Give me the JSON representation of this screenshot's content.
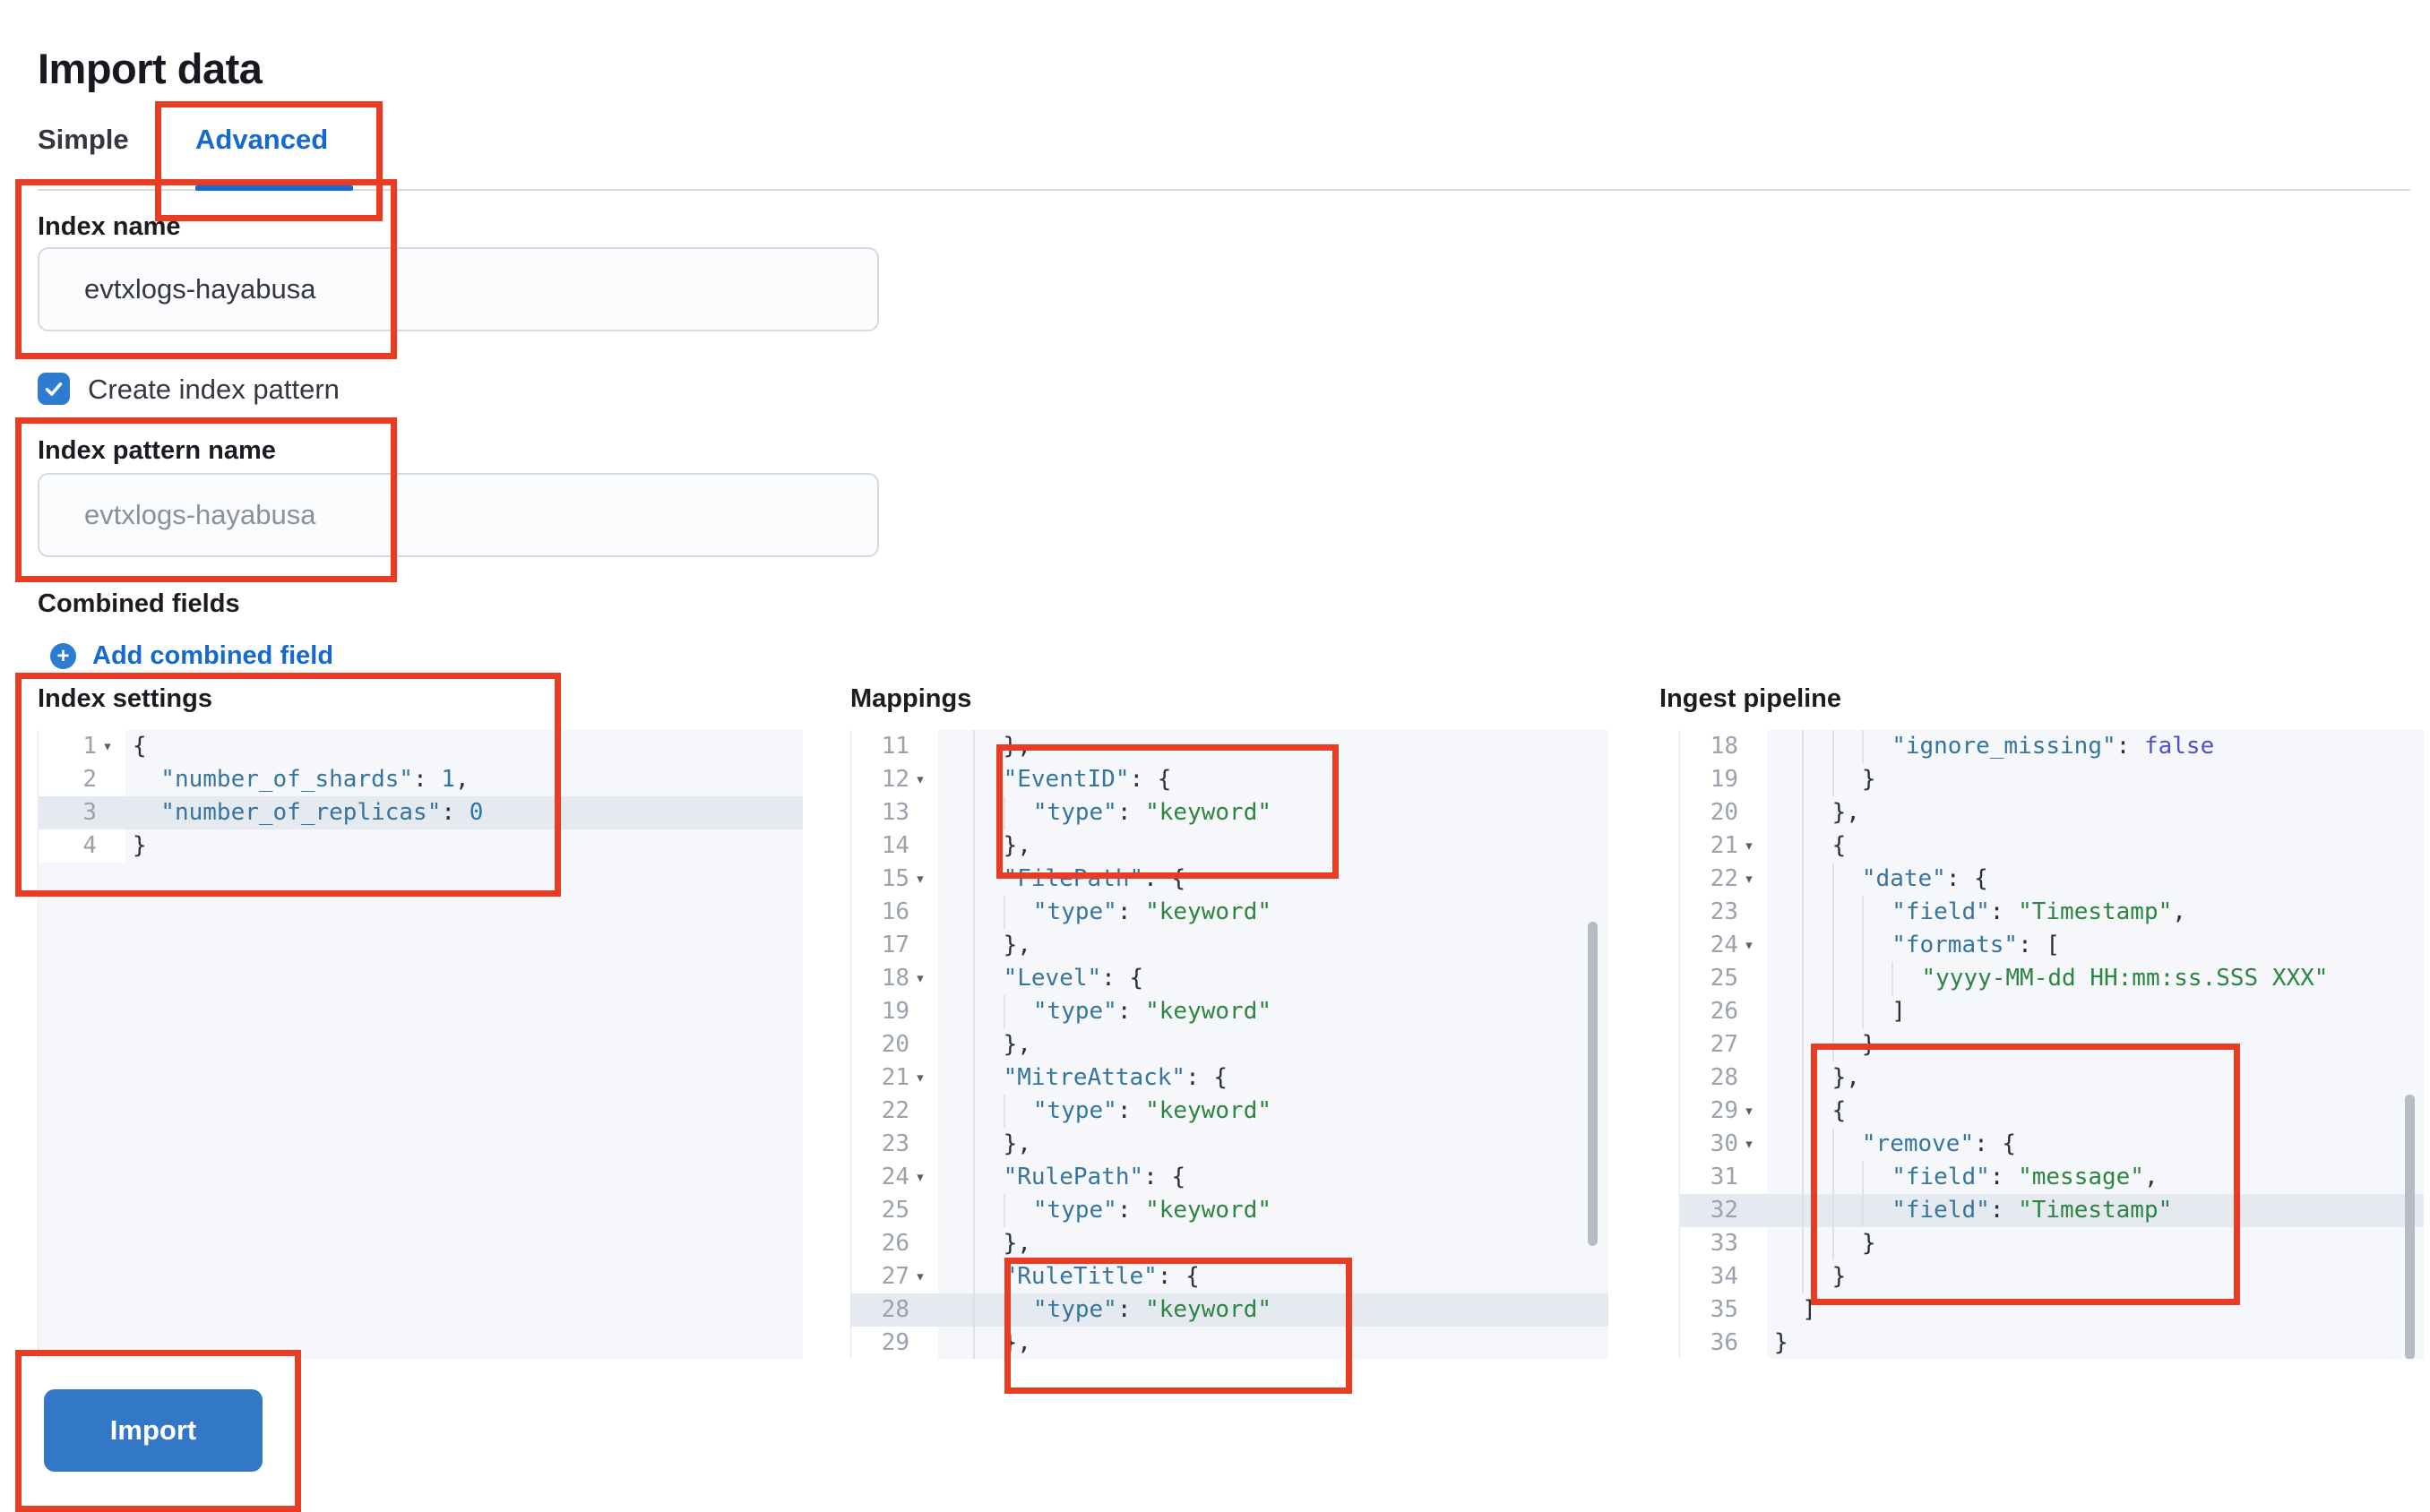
{
  "page": {
    "title": "Import data"
  },
  "tabs": [
    {
      "label": "Simple",
      "active": false
    },
    {
      "label": "Advanced",
      "active": true
    }
  ],
  "form": {
    "index_name": {
      "label": "Index name",
      "value": "evtxlogs-hayabusa"
    },
    "create_index_pattern": {
      "label": "Create index pattern",
      "checked": true
    },
    "index_pattern_name": {
      "label": "Index pattern name",
      "placeholder": "evtxlogs-hayabusa"
    },
    "combined_fields": {
      "label": "Combined fields",
      "add_link_label": "Add combined field"
    }
  },
  "import_button": {
    "label": "Import"
  },
  "colors": {
    "accent_blue": "#1569cf",
    "button_blue": "#3377c7",
    "checkbox_blue": "#2e7cd0",
    "annotation_red": "#ea3b23",
    "editor_bg": "#f5f7fa",
    "active_line_bg": "#e5e9f0",
    "code_key": "#35759e",
    "code_string": "#2d8540",
    "code_bool": "#4c51cf",
    "code_number": "#2a77ad"
  },
  "editors": [
    {
      "id": "settings",
      "label": "Index settings",
      "active_line": 3,
      "lines": [
        {
          "n": 1,
          "f": true,
          "i": 0,
          "t": [
            [
              "punc",
              "{"
            ]
          ]
        },
        {
          "n": 2,
          "f": false,
          "i": 1,
          "t": [
            [
              "key",
              "\"number_of_shards\""
            ],
            [
              "punc",
              ": "
            ],
            [
              "num",
              "1"
            ],
            [
              "punc",
              ","
            ]
          ]
        },
        {
          "n": 3,
          "f": false,
          "i": 1,
          "t": [
            [
              "key",
              "\"number_of_replicas\""
            ],
            [
              "punc",
              ": "
            ],
            [
              "num",
              "0"
            ]
          ]
        },
        {
          "n": 4,
          "f": false,
          "i": 0,
          "t": [
            [
              "punc",
              "}"
            ]
          ]
        }
      ]
    },
    {
      "id": "mappings",
      "label": "Mappings",
      "active_line": 28,
      "lines": [
        {
          "n": 11,
          "f": false,
          "i": 2,
          "t": [
            [
              "punc",
              "},"
            ]
          ]
        },
        {
          "n": 12,
          "f": true,
          "i": 2,
          "t": [
            [
              "key",
              "\"EventID\""
            ],
            [
              "punc",
              ": {"
            ]
          ]
        },
        {
          "n": 13,
          "f": false,
          "i": 3,
          "t": [
            [
              "key",
              "\"type\""
            ],
            [
              "punc",
              ": "
            ],
            [
              "str",
              "\"keyword\""
            ]
          ]
        },
        {
          "n": 14,
          "f": false,
          "i": 2,
          "t": [
            [
              "punc",
              "},"
            ]
          ]
        },
        {
          "n": 15,
          "f": true,
          "i": 2,
          "t": [
            [
              "key",
              "\"FilePath\""
            ],
            [
              "punc",
              ": {"
            ]
          ]
        },
        {
          "n": 16,
          "f": false,
          "i": 3,
          "t": [
            [
              "key",
              "\"type\""
            ],
            [
              "punc",
              ": "
            ],
            [
              "str",
              "\"keyword\""
            ]
          ]
        },
        {
          "n": 17,
          "f": false,
          "i": 2,
          "t": [
            [
              "punc",
              "},"
            ]
          ]
        },
        {
          "n": 18,
          "f": true,
          "i": 2,
          "t": [
            [
              "key",
              "\"Level\""
            ],
            [
              "punc",
              ": {"
            ]
          ]
        },
        {
          "n": 19,
          "f": false,
          "i": 3,
          "t": [
            [
              "key",
              "\"type\""
            ],
            [
              "punc",
              ": "
            ],
            [
              "str",
              "\"keyword\""
            ]
          ]
        },
        {
          "n": 20,
          "f": false,
          "i": 2,
          "t": [
            [
              "punc",
              "},"
            ]
          ]
        },
        {
          "n": 21,
          "f": true,
          "i": 2,
          "t": [
            [
              "key",
              "\"MitreAttack\""
            ],
            [
              "punc",
              ": {"
            ]
          ]
        },
        {
          "n": 22,
          "f": false,
          "i": 3,
          "t": [
            [
              "key",
              "\"type\""
            ],
            [
              "punc",
              ": "
            ],
            [
              "str",
              "\"keyword\""
            ]
          ]
        },
        {
          "n": 23,
          "f": false,
          "i": 2,
          "t": [
            [
              "punc",
              "},"
            ]
          ]
        },
        {
          "n": 24,
          "f": true,
          "i": 2,
          "t": [
            [
              "key",
              "\"RulePath\""
            ],
            [
              "punc",
              ": {"
            ]
          ]
        },
        {
          "n": 25,
          "f": false,
          "i": 3,
          "t": [
            [
              "key",
              "\"type\""
            ],
            [
              "punc",
              ": "
            ],
            [
              "str",
              "\"keyword\""
            ]
          ]
        },
        {
          "n": 26,
          "f": false,
          "i": 2,
          "t": [
            [
              "punc",
              "},"
            ]
          ]
        },
        {
          "n": 27,
          "f": true,
          "i": 2,
          "t": [
            [
              "key",
              "\"RuleTitle\""
            ],
            [
              "punc",
              ": {"
            ]
          ]
        },
        {
          "n": 28,
          "f": false,
          "i": 3,
          "t": [
            [
              "key",
              "\"type\""
            ],
            [
              "punc",
              ": "
            ],
            [
              "str",
              "\"keyword\""
            ]
          ]
        },
        {
          "n": 29,
          "f": false,
          "i": 2,
          "t": [
            [
              "punc",
              "},"
            ]
          ]
        }
      ]
    },
    {
      "id": "ingest",
      "label": "Ingest pipeline",
      "active_line": 32,
      "lines": [
        {
          "n": 18,
          "f": false,
          "i": 4,
          "t": [
            [
              "key",
              "\"ignore_missing\""
            ],
            [
              "punc",
              ": "
            ],
            [
              "bool",
              "false"
            ]
          ]
        },
        {
          "n": 19,
          "f": false,
          "i": 3,
          "t": [
            [
              "punc",
              "}"
            ]
          ]
        },
        {
          "n": 20,
          "f": false,
          "i": 2,
          "t": [
            [
              "punc",
              "},"
            ]
          ]
        },
        {
          "n": 21,
          "f": true,
          "i": 2,
          "t": [
            [
              "punc",
              "{"
            ]
          ]
        },
        {
          "n": 22,
          "f": true,
          "i": 3,
          "t": [
            [
              "key",
              "\"date\""
            ],
            [
              "punc",
              ": {"
            ]
          ]
        },
        {
          "n": 23,
          "f": false,
          "i": 4,
          "t": [
            [
              "key",
              "\"field\""
            ],
            [
              "punc",
              ": "
            ],
            [
              "str",
              "\"Timestamp\""
            ],
            [
              "punc",
              ","
            ]
          ]
        },
        {
          "n": 24,
          "f": true,
          "i": 4,
          "t": [
            [
              "key",
              "\"formats\""
            ],
            [
              "punc",
              ": ["
            ]
          ]
        },
        {
          "n": 25,
          "f": false,
          "i": 5,
          "t": [
            [
              "str",
              "\"yyyy-MM-dd HH:mm:ss.SSS XXX\""
            ]
          ]
        },
        {
          "n": 26,
          "f": false,
          "i": 4,
          "t": [
            [
              "punc",
              "]"
            ]
          ]
        },
        {
          "n": 27,
          "f": false,
          "i": 3,
          "t": [
            [
              "punc",
              "}"
            ]
          ]
        },
        {
          "n": 28,
          "f": false,
          "i": 2,
          "t": [
            [
              "punc",
              "},"
            ]
          ]
        },
        {
          "n": 29,
          "f": true,
          "i": 2,
          "t": [
            [
              "punc",
              "{"
            ]
          ]
        },
        {
          "n": 30,
          "f": true,
          "i": 3,
          "t": [
            [
              "key",
              "\"remove\""
            ],
            [
              "punc",
              ": {"
            ]
          ]
        },
        {
          "n": 31,
          "f": false,
          "i": 4,
          "t": [
            [
              "key",
              "\"field\""
            ],
            [
              "punc",
              ": "
            ],
            [
              "str",
              "\"message\""
            ],
            [
              "punc",
              ","
            ]
          ]
        },
        {
          "n": 32,
          "f": false,
          "i": 4,
          "t": [
            [
              "key",
              "\"field\""
            ],
            [
              "punc",
              ": "
            ],
            [
              "str",
              "\"Timestamp\""
            ]
          ]
        },
        {
          "n": 33,
          "f": false,
          "i": 3,
          "t": [
            [
              "punc",
              "}"
            ]
          ]
        },
        {
          "n": 34,
          "f": false,
          "i": 2,
          "t": [
            [
              "punc",
              "}"
            ]
          ]
        },
        {
          "n": 35,
          "f": false,
          "i": 1,
          "t": [
            [
              "punc",
              "]"
            ]
          ]
        },
        {
          "n": 36,
          "f": false,
          "i": 0,
          "t": [
            [
              "punc",
              "}"
            ]
          ]
        }
      ]
    }
  ]
}
